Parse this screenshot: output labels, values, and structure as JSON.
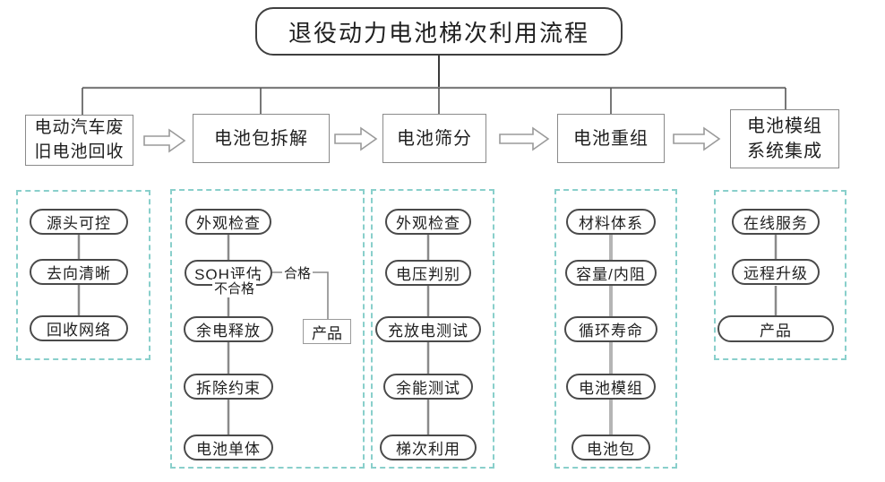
{
  "title": "退役动力电池梯次利用流程",
  "main_steps": [
    {
      "label": "电动汽车废\n旧电池回收"
    },
    {
      "label": "电池包拆解"
    },
    {
      "label": "电池筛分"
    },
    {
      "label": "电池重组"
    },
    {
      "label": "电池模组\n系统集成"
    }
  ],
  "groups": [
    {
      "items": [
        "源头可控",
        "去向清晰",
        "回收网络"
      ]
    },
    {
      "items": [
        "外观检查",
        "SOH评估",
        "余电释放",
        "拆除约束",
        "电池单体"
      ],
      "branch": {
        "pass_label": "合格",
        "fail_label": "不合格",
        "product_label": "产品"
      }
    },
    {
      "items": [
        "外观检查",
        "电压判别",
        "充放电测试",
        "余能测试",
        "梯次利用"
      ]
    },
    {
      "items": [
        "材料体系",
        "容量/内阻",
        "循环寿命",
        "电池模组",
        "电池包"
      ]
    },
    {
      "items": [
        "在线服务",
        "远程升级",
        "产品"
      ]
    }
  ],
  "colors": {
    "dashed_border": "#89cfcb",
    "main_box_border": "#8a8a8a",
    "pill_border": "#4a4a4a",
    "connector": "#8a8a8a",
    "connector_light": "#b5b5b5",
    "tree_line": "#555555",
    "arrow_outline": "#9a9a9a",
    "text": "#1f1f1f"
  }
}
